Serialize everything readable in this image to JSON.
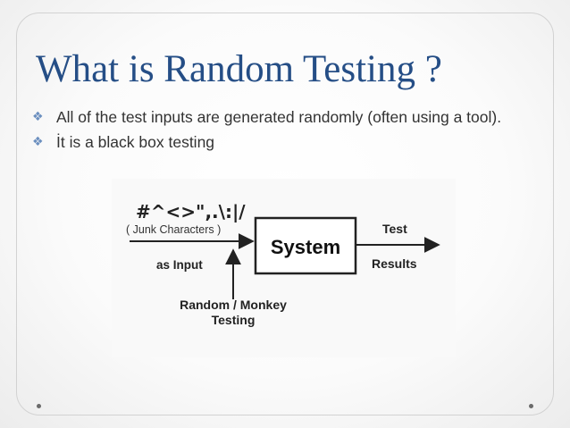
{
  "slide": {
    "title": "What is Random Testing ?",
    "bullets": [
      {
        "marker": "❖",
        "text": "All of the test inputs are generated randomly (often using a tool)."
      },
      {
        "marker": "❖",
        "text": "İt is a black box testing"
      }
    ]
  },
  "diagram": {
    "input_glyphs": "#^<>\",.\\:|/",
    "input_caption": "( Junk Characters )",
    "input_label": "as Input",
    "system_label": "System",
    "output_label_top": "Test",
    "output_label_bottom": "Results",
    "source_label_line1": "Random / Monkey",
    "source_label_line2": "Testing"
  },
  "colors": {
    "title": "#254e86",
    "bullet_marker": "#6b8fbf",
    "body_text": "#333333",
    "diagram_ink": "#222222"
  }
}
